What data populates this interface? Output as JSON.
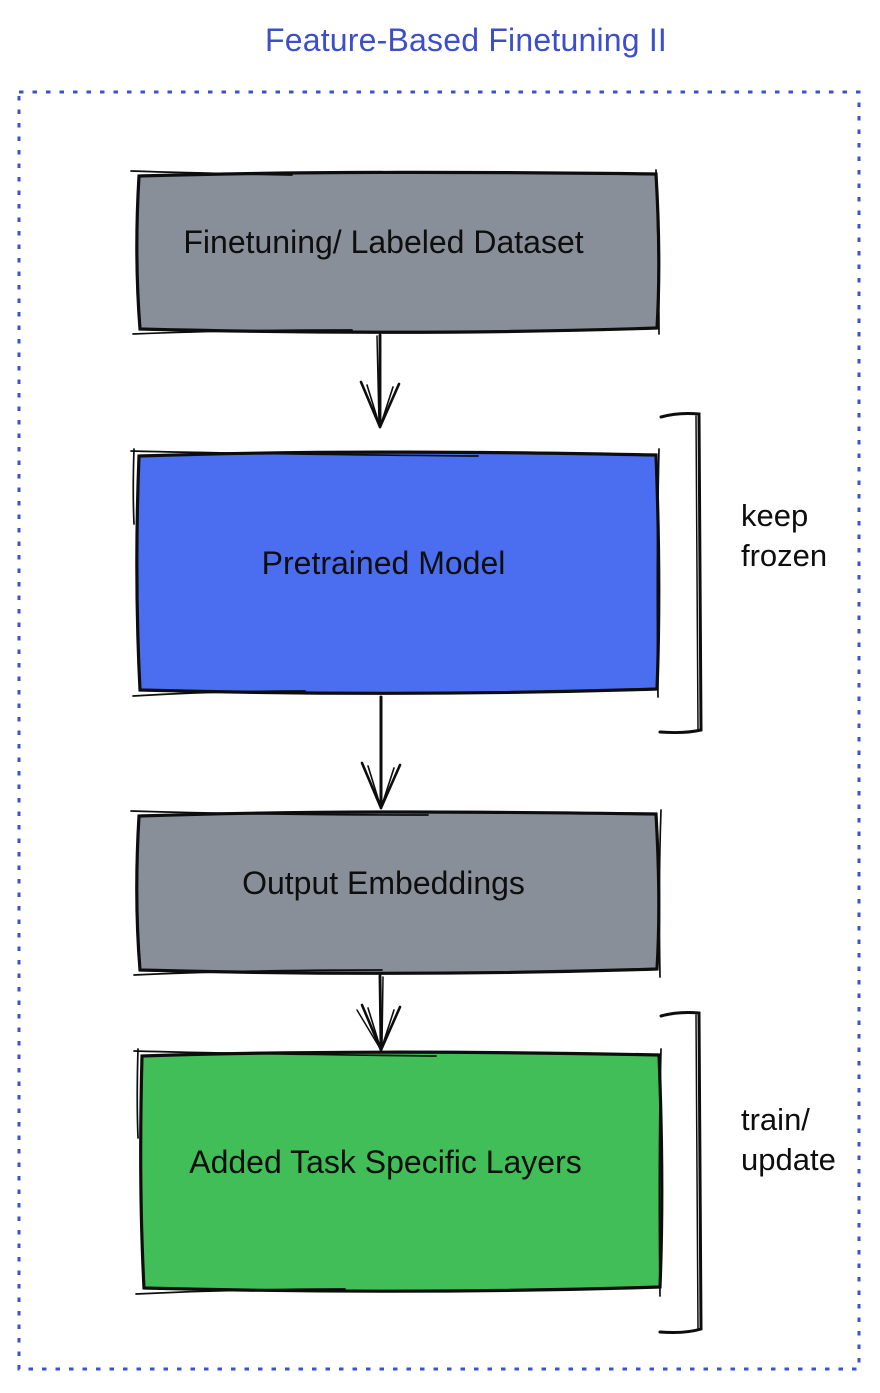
{
  "title": {
    "text": "Feature-Based Finetuning II",
    "color": "#3C4EC8"
  },
  "frame": {
    "color": "#3A53CA",
    "style": "dotted"
  },
  "colors": {
    "ink": "#0D0D0D",
    "box_gray": "#888F99",
    "box_blue": "#4A6EEF",
    "box_green": "#41BE58"
  },
  "boxes": {
    "dataset": {
      "label": "Finetuning/ Labeled Dataset",
      "fill": "#888F99"
    },
    "pretrained": {
      "label": "Pretrained Model",
      "fill": "#4A6EEF"
    },
    "embeddings": {
      "label": "Output Embeddings",
      "fill": "#888F99"
    },
    "task_layers": {
      "label": "Added Task Specific Layers",
      "fill": "#41BE58"
    }
  },
  "side_labels": {
    "keep_frozen": {
      "line1": "keep",
      "line2": "frozen"
    },
    "train_update": {
      "line1": "train/",
      "line2": "update"
    }
  }
}
